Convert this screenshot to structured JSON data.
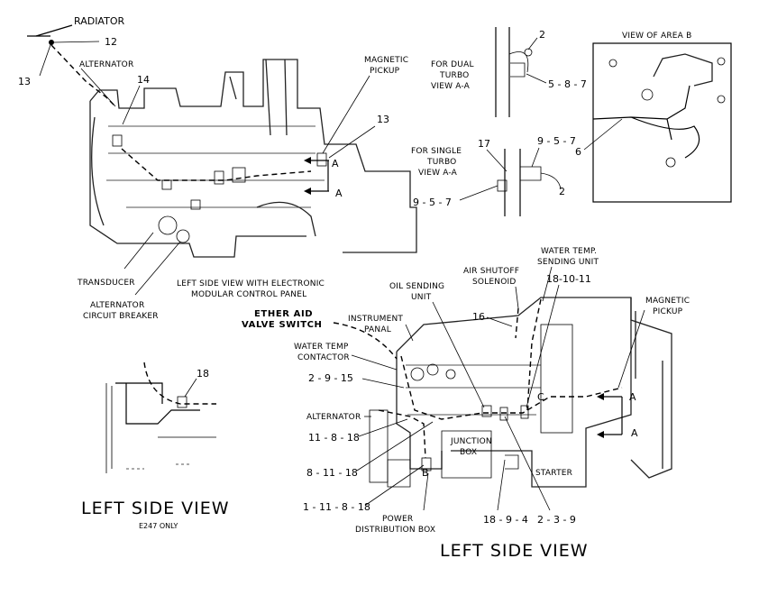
{
  "top_left": {
    "radiator": "RADIATOR",
    "n12": "12",
    "n13_left": "13",
    "alternator": "ALTERNATOR",
    "n14": "14",
    "magnetic_pickup": [
      "MAGNETIC",
      "PICKUP"
    ],
    "n13_right": "13",
    "sec_a_upper": "A",
    "sec_a_lower": "A",
    "transducer": "TRANSDUCER",
    "alt_breaker": [
      "ALTERNATOR",
      "CIRCUIT BREAKER"
    ],
    "caption": [
      "LEFT SIDE VIEW WITH ELECTRONIC",
      "MODULAR CONTROL PANEL"
    ]
  },
  "dual_turbo": {
    "n2": "2",
    "title": [
      "FOR DUAL",
      "TURBO",
      "VIEW A-A"
    ],
    "ref": "5 - 8 - 7"
  },
  "single_turbo": {
    "n17": "17",
    "ref_top": "9 - 5 - 7",
    "title": [
      "FOR SINGLE",
      "TURBO",
      "VIEW A-A"
    ],
    "ref_left": "9 - 5 - 7",
    "n2": "2"
  },
  "area_b": {
    "title": "VIEW OF AREA B",
    "n6": "6"
  },
  "small_view": {
    "n18": "18",
    "caption": "LEFT SIDE VIEW",
    "subcaption": "E247 ONLY"
  },
  "main_view": {
    "oil_sending": [
      "OIL SENDING",
      "UNIT"
    ],
    "air_shutoff": [
      "AIR SHUTOFF",
      "SOLENOID"
    ],
    "water_temp_sending": [
      "WATER TEMP.",
      "SENDING UNIT"
    ],
    "ref_18_10_11": "18-10-11",
    "magnetic_pickup": [
      "MAGNETIC",
      "PICKUP"
    ],
    "ether_aid": [
      "ETHER AID",
      "VALVE SWITCH"
    ],
    "instrument_panel": [
      "INSTRUMENT",
      "PANAL"
    ],
    "n16": "16",
    "water_temp_contactor": [
      "WATER TEMP",
      "CONTACTOR"
    ],
    "ref_2_9_15": "2 - 9 - 15",
    "alternator": "ALTERNATOR",
    "ref_11_8_18": "11 - 8 - 18",
    "ref_8_11_18": "8 - 11 - 18",
    "ref_1_11_8_18": "1 - 11 - 8 - 18",
    "junction_box": [
      "JUNCTION",
      "BOX"
    ],
    "starter": "STARTER",
    "letter_b": "B",
    "letter_c": "C",
    "sec_a_upper": "A",
    "sec_a_lower": "A",
    "power_box": [
      "POWER",
      "DISTRIBUTION BOX"
    ],
    "ref_18_9_4": "18 - 9 - 4",
    "ref_2_3_9": "2 - 3 - 9",
    "caption": "LEFT SIDE VIEW"
  }
}
